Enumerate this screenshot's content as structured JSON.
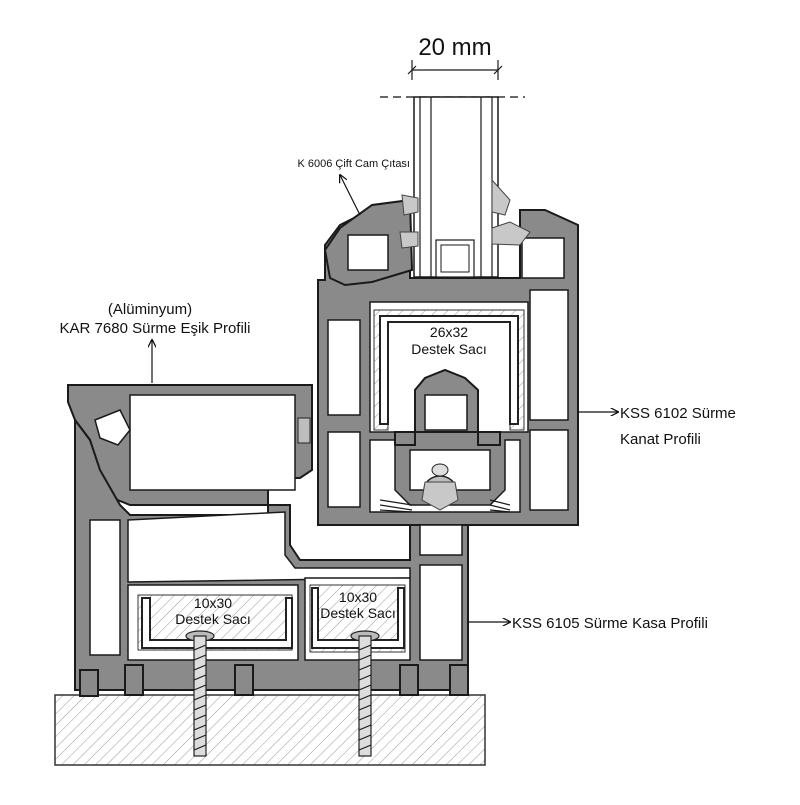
{
  "dimension": {
    "value": "20 mm"
  },
  "labels": {
    "bead": "K 6006 Çift Cam Çıtası",
    "threshold_material": "(Alüminyum)",
    "threshold_name": "KAR 7680 Sürme Eşik Profili",
    "sash_line1": "KSS 6102 Sürme",
    "sash_line2": "Kanat Profili",
    "frame": "KSS 6105 Sürme Kasa Profili"
  },
  "reinforcements": [
    {
      "size": "26x32",
      "name": "Destek Sacı"
    },
    {
      "size": "10x30",
      "name": "Destek Sacı"
    },
    {
      "size": "10x30",
      "name": "Destek Sacı"
    }
  ],
  "colors": {
    "profile": "#8a8a8a",
    "gasket": "#c8c8c8",
    "outline": "#1a1a1a"
  }
}
